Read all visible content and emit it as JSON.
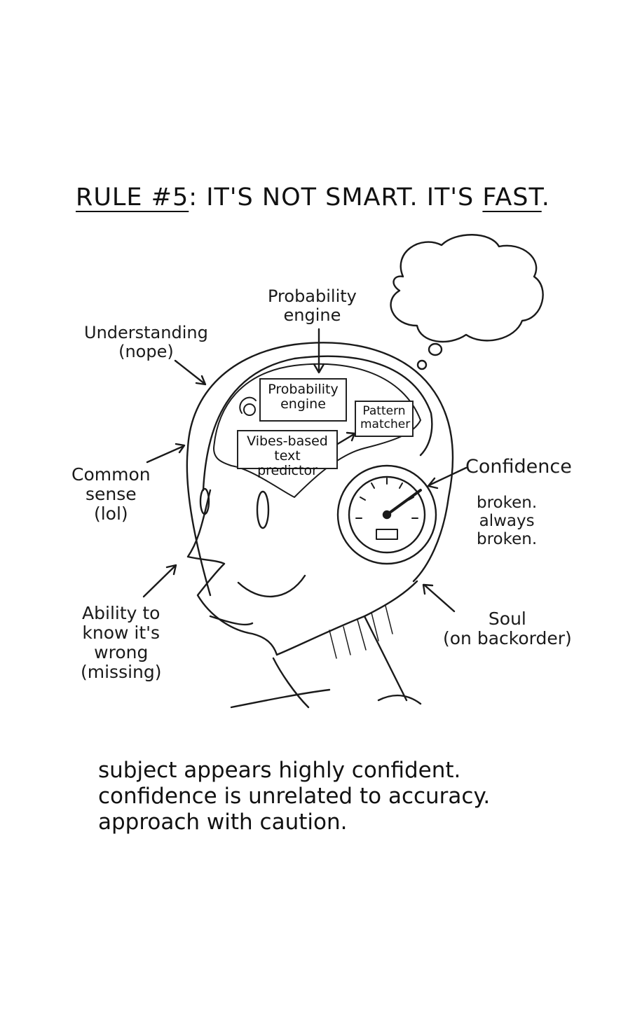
{
  "title": {
    "rule": "RULE #5",
    "colon": ":",
    "middle": "IT'S NOT SMART. IT'S",
    "emphasis": "FAST",
    "end": "."
  },
  "labels": {
    "probability_engine": [
      "Probability",
      "engine"
    ],
    "understanding": [
      "Understanding",
      "(nope)"
    ],
    "common_sense": [
      "Common",
      "sense",
      "(lol)"
    ],
    "ability": [
      "Ability to",
      "know it's",
      "wrong",
      "(missing)"
    ],
    "confidence": "Confidence",
    "confidence_note": [
      "broken.",
      "always",
      "broken."
    ],
    "soul": [
      "Soul",
      "(on backorder)"
    ]
  },
  "brain_boxes": {
    "probability_engine": [
      "Probability",
      "engine"
    ],
    "pattern_matcher": [
      "Pattern",
      "matcher"
    ],
    "vibes": [
      "Vibes-based",
      "text predictor"
    ]
  },
  "caption": [
    "subject appears highly confident.",
    "confidence is unrelated to accuracy.",
    "approach with caution."
  ]
}
